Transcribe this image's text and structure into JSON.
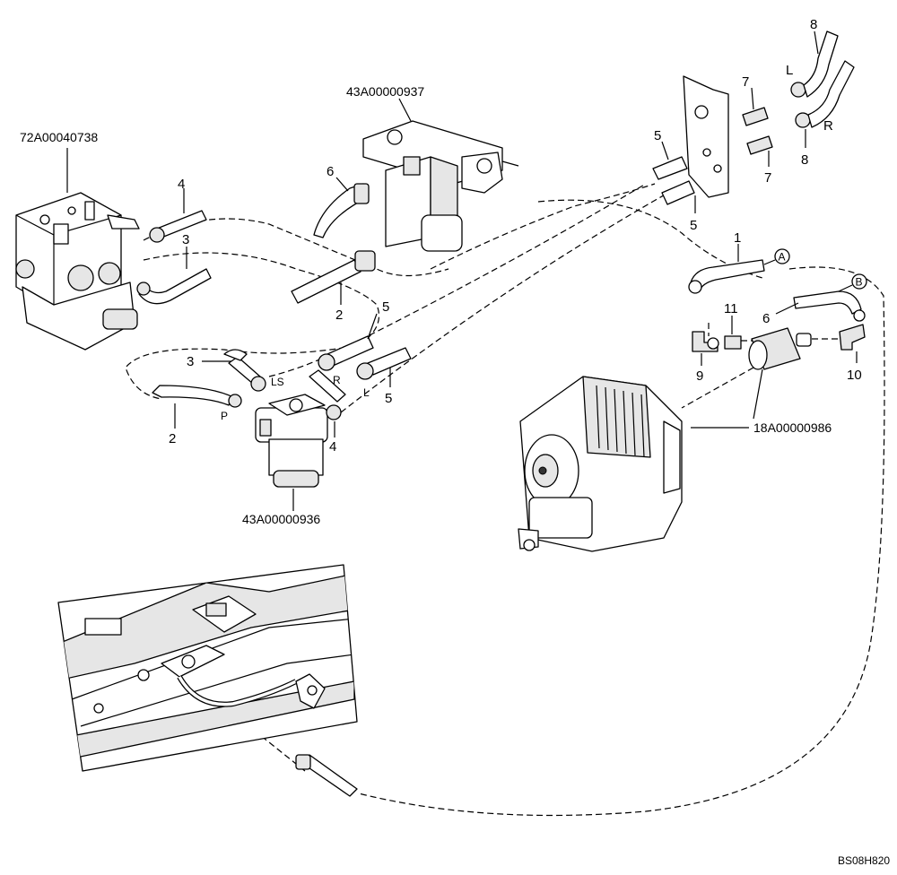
{
  "assemblies": {
    "valve_block": "72A00040738",
    "bracket_valve": "43A00000937",
    "steering_unit": "43A00000936",
    "transmission_coupling": "18A00000986"
  },
  "callouts": {
    "c1": "1",
    "c2a": "2",
    "c2b": "2",
    "c3a": "3",
    "c3b": "3",
    "c4a": "4",
    "c4b": "4",
    "c5a": "5",
    "c5b": "5",
    "c5c": "5",
    "c5d": "5",
    "c6a": "6",
    "c6b": "6",
    "c7a": "7",
    "c7b": "7",
    "c8a": "8",
    "c8b": "8",
    "c9": "9",
    "c10": "10",
    "c11": "11"
  },
  "ports": {
    "ls": "LS",
    "r_unit": "R",
    "l_unit": "L",
    "p": "P",
    "l_top": "L",
    "r_top": "R"
  },
  "refs": {
    "a": "A",
    "b": "B"
  },
  "figure_code": "BS08H820"
}
